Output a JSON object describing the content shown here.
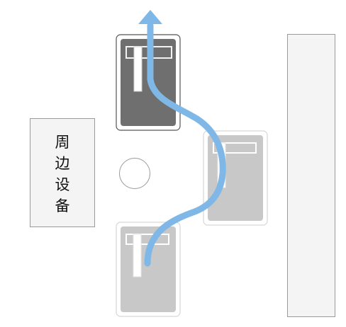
{
  "peripheral": {
    "label_chars": [
      "周",
      "边",
      "设",
      "备"
    ]
  },
  "colors": {
    "path_arrow": "#7fb8e6",
    "device_dark": "#6f6f6f",
    "device_light": "#c8c8c8",
    "outline": "#9a9a9a"
  },
  "devices": [
    {
      "id": "device-top",
      "style": "dark"
    },
    {
      "id": "device-middle-right",
      "style": "light"
    },
    {
      "id": "device-bottom",
      "style": "light"
    }
  ]
}
